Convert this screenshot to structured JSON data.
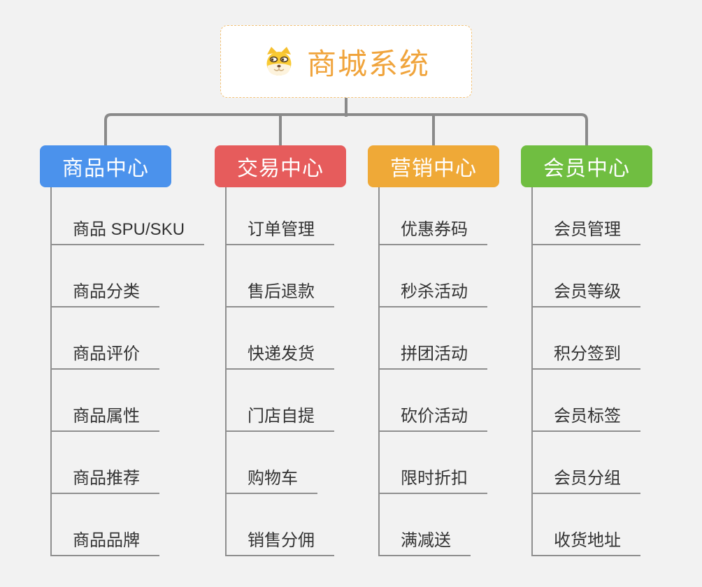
{
  "app": {
    "title": "商城系统",
    "type": "mindmap-org-chart"
  },
  "colors": {
    "page_bg": "#f2f2f2",
    "connector": "#8a8a8a",
    "line": "#8f8f8f",
    "root_border": "#f3c379",
    "root_text": "#f0a43c",
    "leaf_text": "#333333"
  },
  "root": {
    "title": "商城系统",
    "icon": "shiba-dog-icon"
  },
  "branches": [
    {
      "label": "商品中心",
      "color": "#4b92ec",
      "items": [
        "商品 SPU/SKU",
        "商品分类",
        "商品评价",
        "商品属性",
        "商品推荐",
        "商品品牌"
      ]
    },
    {
      "label": "交易中心",
      "color": "#e65c5c",
      "items": [
        "订单管理",
        "售后退款",
        "快递发货",
        "门店自提",
        "购物车",
        "销售分佣"
      ]
    },
    {
      "label": "营销中心",
      "color": "#efa937",
      "items": [
        "优惠券码",
        "秒杀活动",
        "拼团活动",
        "砍价活动",
        "限时折扣",
        "满减送"
      ]
    },
    {
      "label": "会员中心",
      "color": "#70be41",
      "items": [
        "会员管理",
        "会员等级",
        "积分签到",
        "会员标签",
        "会员分组",
        "收货地址"
      ]
    }
  ],
  "layout_hint": {
    "branch_count": 4,
    "items_per_branch": 6
  }
}
